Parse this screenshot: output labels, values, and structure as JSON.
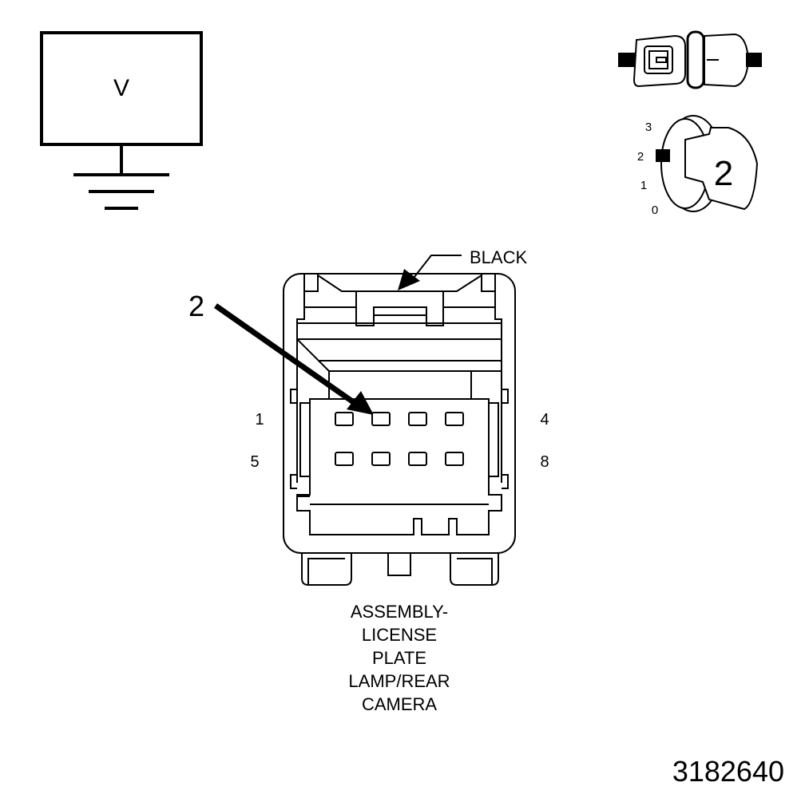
{
  "meter": {
    "symbol": "V"
  },
  "connector": {
    "color_label": "BLACK",
    "callout": "2",
    "pin_labels": {
      "top_left": "1",
      "top_right": "4",
      "bottom_left": "5",
      "bottom_right": "8"
    },
    "pin_rows": [
      4,
      4
    ]
  },
  "probe_setting": {
    "scale": [
      "3",
      "2",
      "1",
      "0"
    ],
    "selected": "2",
    "knob_label": "2"
  },
  "assembly_label": {
    "line1": "ASSEMBLY-",
    "line2": "LICENSE",
    "line3": "PLATE",
    "line4": "LAMP/REAR",
    "line5": "CAMERA"
  },
  "figure_id": "3182640",
  "colors": {
    "ink": "#000000",
    "paper": "#ffffff"
  }
}
